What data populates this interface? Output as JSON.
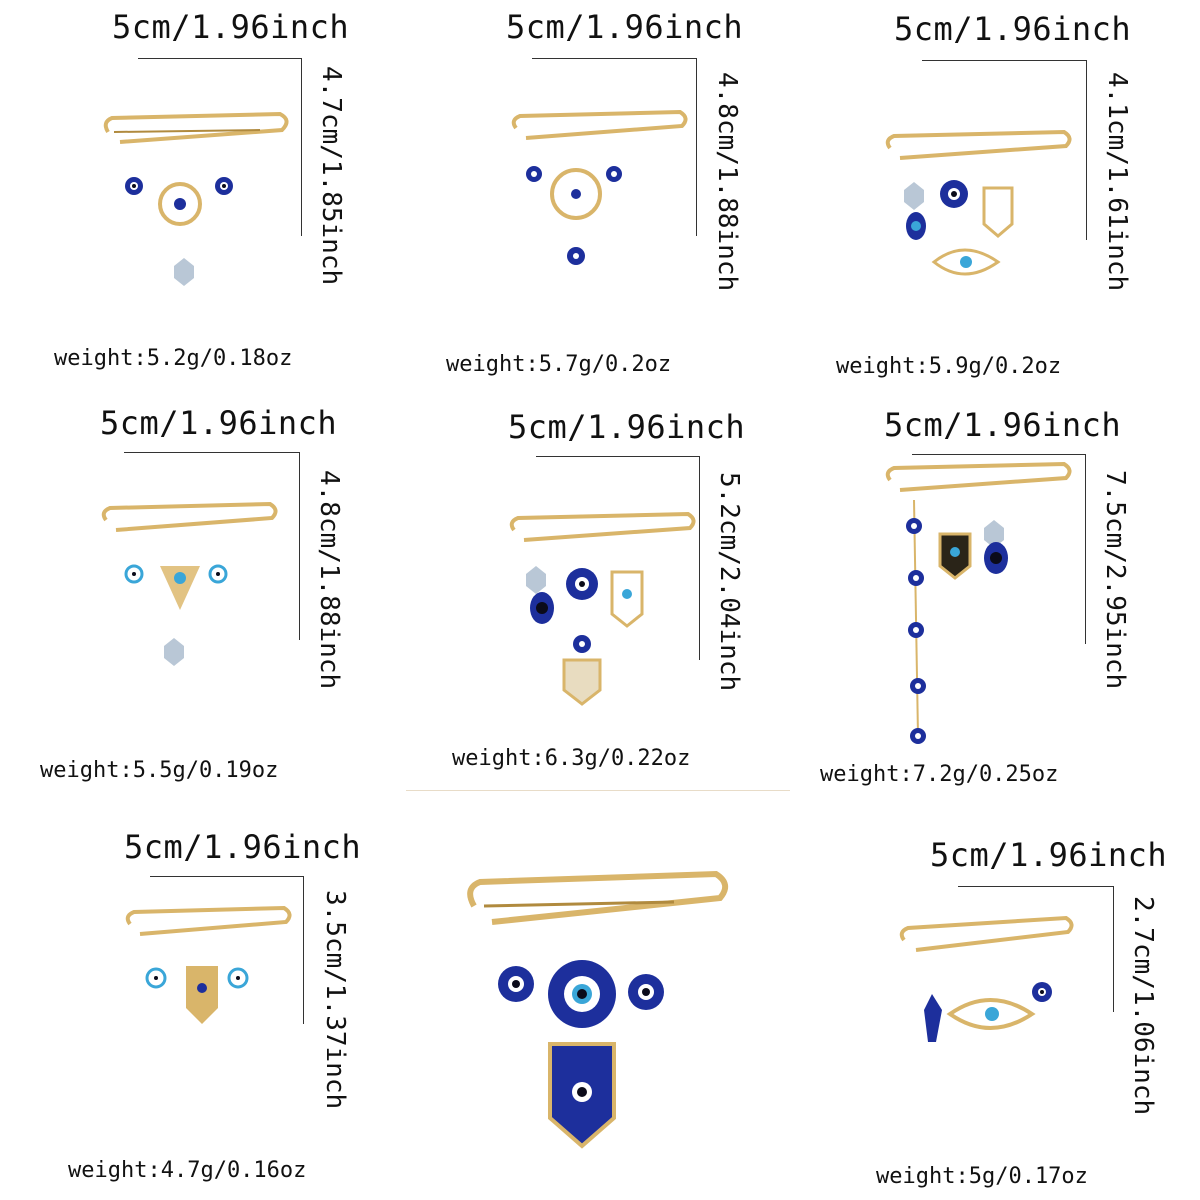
{
  "colors": {
    "gold": "#d9b56a",
    "gold_dark": "#b08a3e",
    "evil_eye_blue": "#1d2f9c",
    "evil_eye_light": "#3aa6d8",
    "pupil": "#0b0b1a",
    "crystal": "#b9c7d6"
  },
  "products": [
    {
      "width": "5cm/1.96inch",
      "height": "4.7cm/1.85inch",
      "weight": "weight:5.2g/0.18oz"
    },
    {
      "width": "5cm/1.96inch",
      "height": "4.8cm/1.88inch",
      "weight": "weight:5.7g/0.2oz"
    },
    {
      "width": "5cm/1.96inch",
      "height": "4.1cm/1.61inch",
      "weight": "weight:5.9g/0.2oz"
    },
    {
      "width": "5cm/1.96inch",
      "height": "4.8cm/1.88inch",
      "weight": "weight:5.5g/0.19oz"
    },
    {
      "width": "5cm/1.96inch",
      "height": "5.2cm/2.04inch",
      "weight": "weight:6.3g/0.22oz"
    },
    {
      "width": "5cm/1.96inch",
      "height": "7.5cm/2.95inch",
      "weight": "weight:7.2g/0.25oz"
    },
    {
      "width": "5cm/1.96inch",
      "height": "3.5cm/1.37inch",
      "weight": "weight:4.7g/0.16oz"
    },
    {
      "width": "",
      "height": "",
      "weight": ""
    },
    {
      "width": "5cm/1.96inch",
      "height": "2.7cm/1.06inch",
      "weight": "weight:5g/0.17oz"
    }
  ]
}
